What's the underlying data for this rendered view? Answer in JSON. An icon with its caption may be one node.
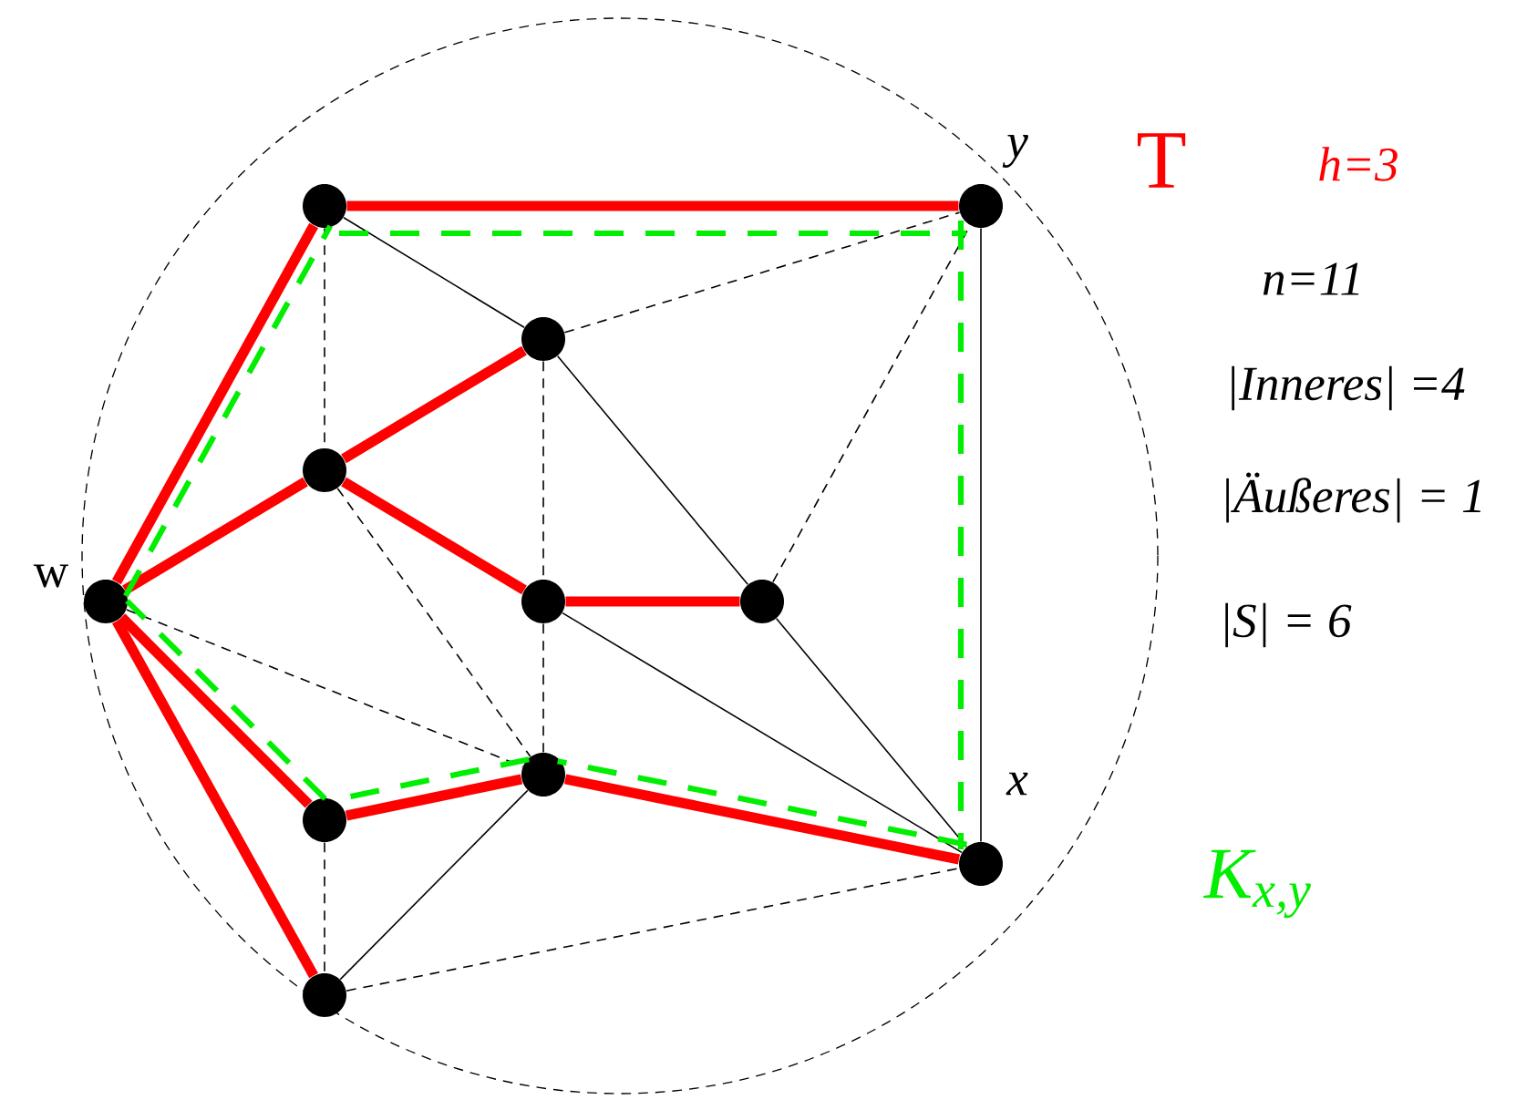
{
  "diagram": {
    "nodes": [
      {
        "text": [],
        "shape": "circle"
      },
      {
        "text": [],
        "shape": "circle",
        "beside": [
          "y"
        ]
      },
      {
        "text": [],
        "shape": "circle"
      },
      {
        "text": [],
        "shape": "circle"
      },
      {
        "text": [],
        "shape": "circle",
        "beside": [
          "w"
        ]
      },
      {
        "text": [],
        "shape": "circle"
      },
      {
        "text": [],
        "shape": "circle"
      },
      {
        "text": [],
        "shape": "circle"
      },
      {
        "text": [],
        "shape": "circle"
      },
      {
        "text": [],
        "shape": "circle",
        "beside": [
          "x"
        ]
      },
      {
        "text": [],
        "shape": "circle"
      }
    ],
    "edges": [
      {
        "from": 0,
        "to": 1,
        "arrow": "none",
        "style": "thick",
        "color": "#ff0000"
      },
      {
        "from": 4,
        "to": 0,
        "arrow": "none",
        "style": "thick",
        "color": "#ff0000"
      },
      {
        "from": 4,
        "to": 3,
        "arrow": "none",
        "style": "thick",
        "color": "#ff0000"
      },
      {
        "from": 3,
        "to": 2,
        "arrow": "none",
        "style": "thick",
        "color": "#ff0000"
      },
      {
        "from": 3,
        "to": 5,
        "arrow": "none",
        "style": "thick",
        "color": "#ff0000"
      },
      {
        "from": 5,
        "to": 6,
        "arrow": "none",
        "style": "thick",
        "color": "#ff0000"
      },
      {
        "from": 4,
        "to": 8,
        "arrow": "none",
        "style": "thick",
        "color": "#ff0000"
      },
      {
        "from": 8,
        "to": 7,
        "arrow": "none",
        "style": "thick",
        "color": "#ff0000"
      },
      {
        "from": 7,
        "to": 9,
        "arrow": "none",
        "style": "thick",
        "color": "#ff0000"
      },
      {
        "from": 4,
        "to": 10,
        "arrow": "none",
        "style": "thick",
        "color": "#ff0000"
      },
      {
        "from": 0,
        "to": 2,
        "arrow": "none"
      },
      {
        "from": 2,
        "to": 6,
        "arrow": "none"
      },
      {
        "from": 6,
        "to": 9,
        "arrow": "none"
      },
      {
        "from": 5,
        "to": 9,
        "arrow": "none"
      },
      {
        "from": 1,
        "to": 9,
        "arrow": "none"
      },
      {
        "from": 10,
        "to": 7,
        "arrow": "none"
      },
      {
        "from": 0,
        "to": 3,
        "arrow": "none",
        "style": "dashed"
      },
      {
        "from": 2,
        "to": 1,
        "arrow": "none",
        "style": "dashed"
      },
      {
        "from": 2,
        "to": 5,
        "arrow": "none",
        "style": "dashed"
      },
      {
        "from": 6,
        "to": 1,
        "arrow": "none",
        "style": "dashed"
      },
      {
        "from": 5,
        "to": 7,
        "arrow": "none",
        "style": "dashed"
      },
      {
        "from": 3,
        "to": 7,
        "arrow": "none",
        "style": "dashed"
      },
      {
        "from": 4,
        "to": 7,
        "arrow": "none",
        "style": "dashed"
      },
      {
        "from": 8,
        "to": 10,
        "arrow": "none",
        "style": "dashed"
      },
      {
        "from": 10,
        "to": 9,
        "arrow": "none",
        "style": "dashed"
      },
      {
        "from": 4,
        "to": 0,
        "arrow": "none",
        "style": "dashed",
        "color": "#00ee00"
      },
      {
        "from": 0,
        "to": 1,
        "arrow": "none",
        "style": "dashed",
        "color": "#00ee00"
      },
      {
        "from": 1,
        "to": 9,
        "arrow": "none",
        "style": "dashed",
        "color": "#00ee00"
      },
      {
        "from": 9,
        "to": 7,
        "arrow": "none",
        "style": "dashed",
        "color": "#00ee00"
      },
      {
        "from": 7,
        "to": 8,
        "arrow": "none",
        "style": "dashed",
        "color": "#00ee00"
      },
      {
        "from": 8,
        "to": 4,
        "arrow": "none",
        "style": "dashed",
        "color": "#00ee00"
      }
    ],
    "labels": [
      "T",
      "h=3",
      "n=11",
      "|Inneres| =4",
      "|Äußeres| = 1",
      "|S| = 6",
      "K$_{x,y}$"
    ]
  }
}
